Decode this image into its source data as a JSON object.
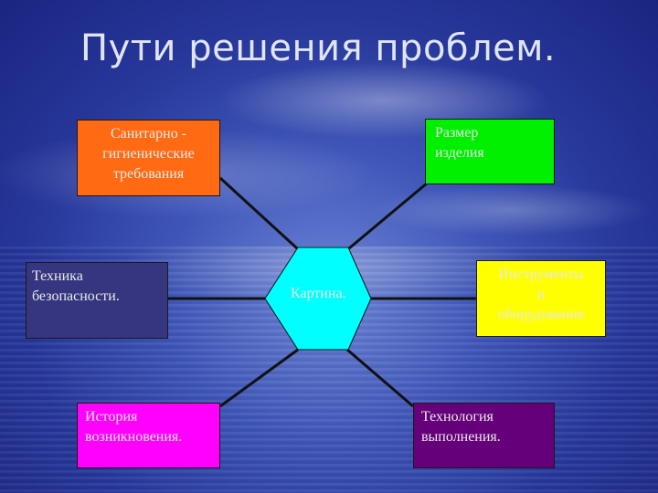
{
  "title": "Пути решения проблем.",
  "center": {
    "label": "Картина."
  },
  "nodes": {
    "sanitary": [
      "Санитарно -",
      "гигиенические",
      "требования"
    ],
    "size": [
      "Размер",
      "изделия"
    ],
    "safety": [
      "Техника",
      "безопасности."
    ],
    "tools": [
      "Инструменты",
      "и",
      "оборудования"
    ],
    "history": [
      "История",
      "возникновения."
    ],
    "technology": [
      "Технология",
      "выполнения."
    ]
  },
  "colors": {
    "sanitary": "#ff6a12",
    "size": "#00f000",
    "safety": "#353580",
    "tools": "#ffff00",
    "history": "#ff00ff",
    "technology": "#66007a",
    "center": "#00ffff"
  }
}
